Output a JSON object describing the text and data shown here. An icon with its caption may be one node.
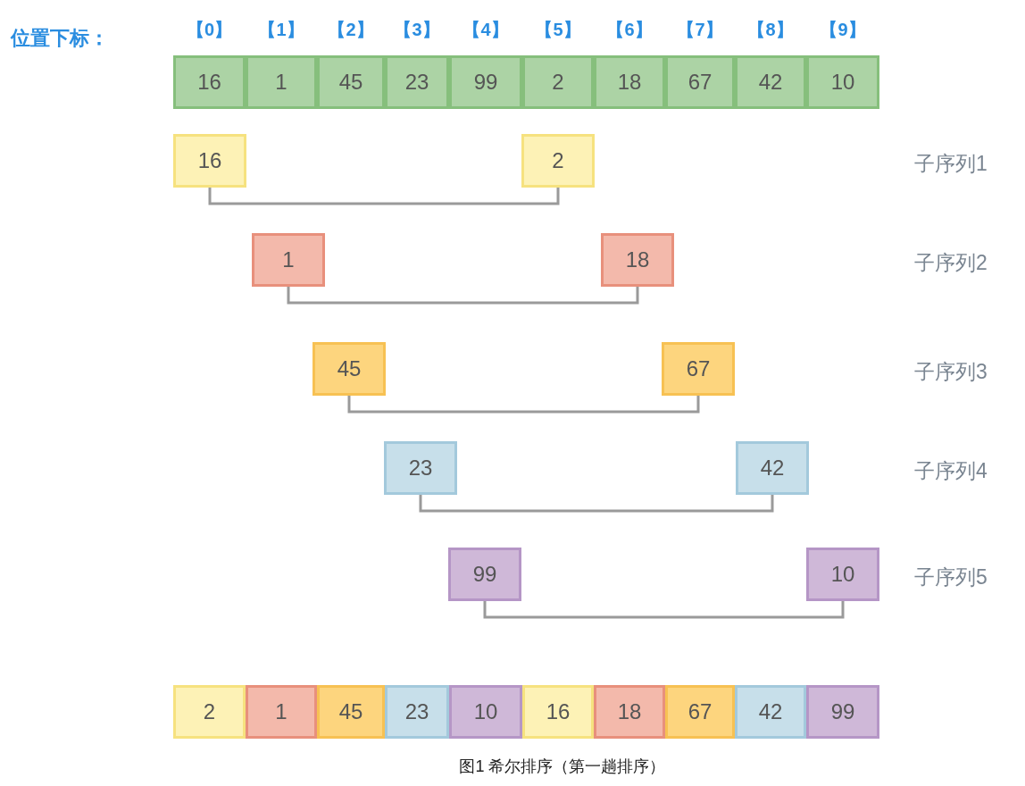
{
  "diagram": {
    "caption": "图1 希尔排序（第一趟排序）",
    "nodes": [
      {
        "text": [
          "16"
        ]
      },
      {
        "text": [
          "1"
        ]
      },
      {
        "text": [
          "45"
        ]
      },
      {
        "text": [
          "23"
        ]
      },
      {
        "text": [
          "99"
        ]
      },
      {
        "text": [
          "2"
        ]
      },
      {
        "text": [
          "18"
        ]
      },
      {
        "text": [
          "67"
        ]
      },
      {
        "text": [
          "42"
        ]
      },
      {
        "text": [
          "10"
        ]
      },
      {
        "text": [
          "16"
        ]
      },
      {
        "text": [
          "2"
        ]
      },
      {
        "text": [
          "1"
        ]
      },
      {
        "text": [
          "18"
        ]
      },
      {
        "text": [
          "45"
        ]
      },
      {
        "text": [
          "67"
        ]
      },
      {
        "text": [
          "23"
        ]
      },
      {
        "text": [
          "42"
        ]
      },
      {
        "text": [
          "99"
        ]
      },
      {
        "text": [
          "10"
        ]
      },
      {
        "text": [
          "2"
        ]
      },
      {
        "text": [
          "1"
        ]
      },
      {
        "text": [
          "45"
        ]
      },
      {
        "text": [
          "23"
        ]
      },
      {
        "text": [
          "10"
        ]
      },
      {
        "text": [
          "16"
        ]
      },
      {
        "text": [
          "18"
        ]
      },
      {
        "text": [
          "67"
        ]
      },
      {
        "text": [
          "42"
        ]
      },
      {
        "text": [
          "99"
        ]
      }
    ],
    "edges": [
      {
        "from": 10,
        "to": 11,
        "arrow": "none"
      },
      {
        "from": 12,
        "to": 13,
        "arrow": "none"
      },
      {
        "from": 14,
        "to": 15,
        "arrow": "none"
      },
      {
        "from": 16,
        "to": 17,
        "arrow": "none"
      },
      {
        "from": 18,
        "to": 19,
        "arrow": "none"
      }
    ],
    "labels": [
      "位置下标：",
      "【0】",
      "【1】",
      "【2】",
      "【3】",
      "【4】",
      "【5】",
      "【6】",
      "【7】",
      "【8】",
      "【9】",
      "子序列1",
      "子序列2",
      "子序列3",
      "子序列4",
      "子序列5"
    ]
  }
}
